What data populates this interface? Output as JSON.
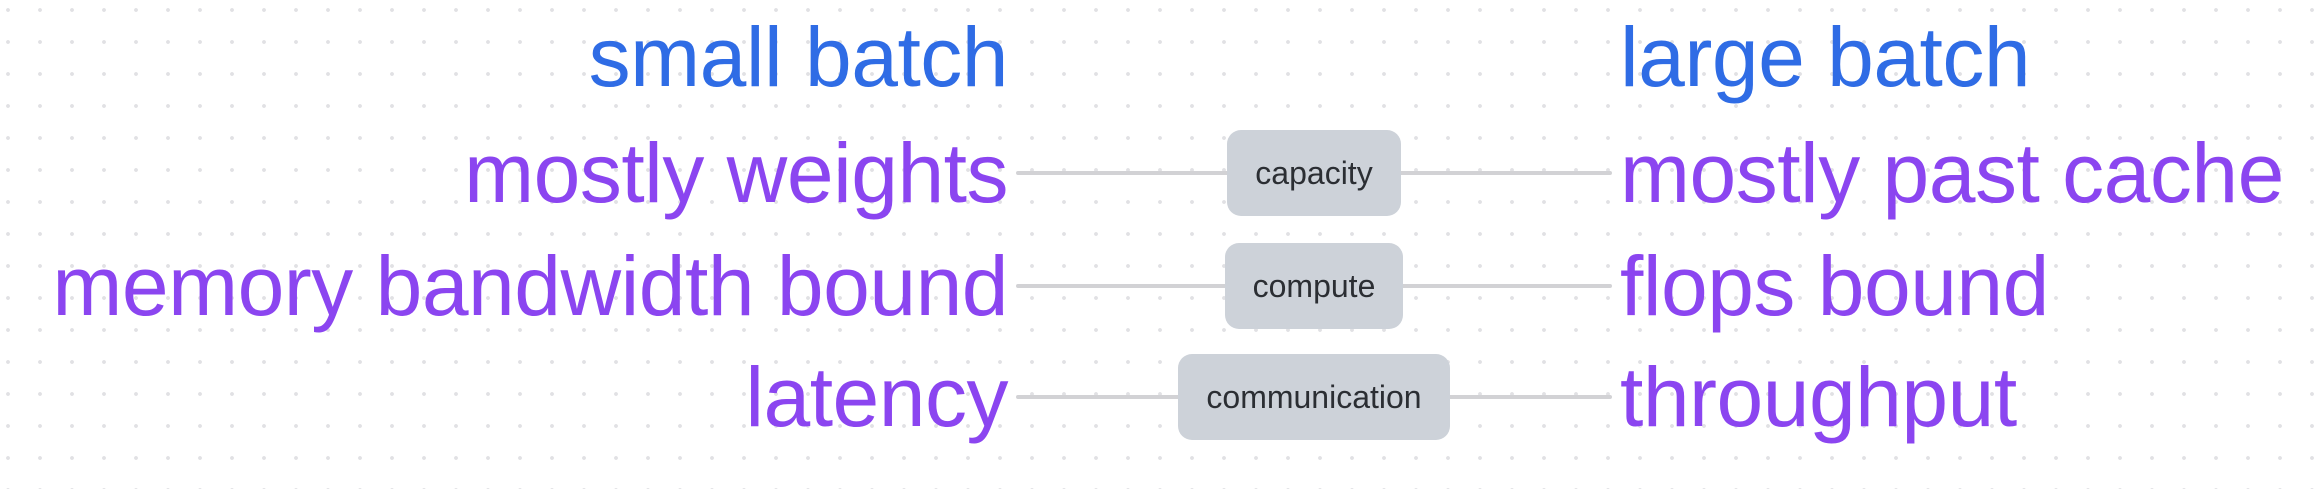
{
  "colors": {
    "background": "#ffffff",
    "dot": "#e1e1e4",
    "blue": "#2f6ce5",
    "purple": "#8b45f0",
    "wire": "#d2d2d5",
    "node-bg": "#cdd2d9",
    "node-text": "#2b2e33"
  },
  "header": {
    "left": "small batch",
    "right": "large batch"
  },
  "rows": [
    {
      "left": "mostly weights",
      "node": "capacity",
      "right": "mostly past cache"
    },
    {
      "left": "memory bandwidth bound",
      "node": "compute",
      "right": "flops bound"
    },
    {
      "left": "latency",
      "node": "communication",
      "right": "throughput"
    }
  ]
}
